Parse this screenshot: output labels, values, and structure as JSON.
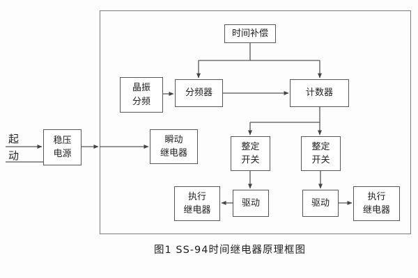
{
  "diagram": {
    "caption": "图1  SS-94时间继电器原理框图",
    "input": {
      "line1": "起",
      "line2": "动"
    },
    "blocks": {
      "time_compensation": "时间补偿",
      "crystal_divider": "晶振\n分频",
      "frequency_divider": "分频器",
      "counter": "计数器",
      "regulated_power_supply": "稳压\n电源",
      "instant_relay": "瞬动\n继电器",
      "setting_switch_left": "整定\n开关",
      "setting_switch_right": "整定\n开关",
      "drive_left": "驱动",
      "drive_right": "驱动",
      "executive_relay_left": "执行\n继电器",
      "executive_relay_right": "执行\n继电器"
    },
    "colors": {
      "line": "#555555",
      "box_border": "#555555",
      "frame_border": "#7a7a7a",
      "background": "#fdfdfd"
    }
  }
}
